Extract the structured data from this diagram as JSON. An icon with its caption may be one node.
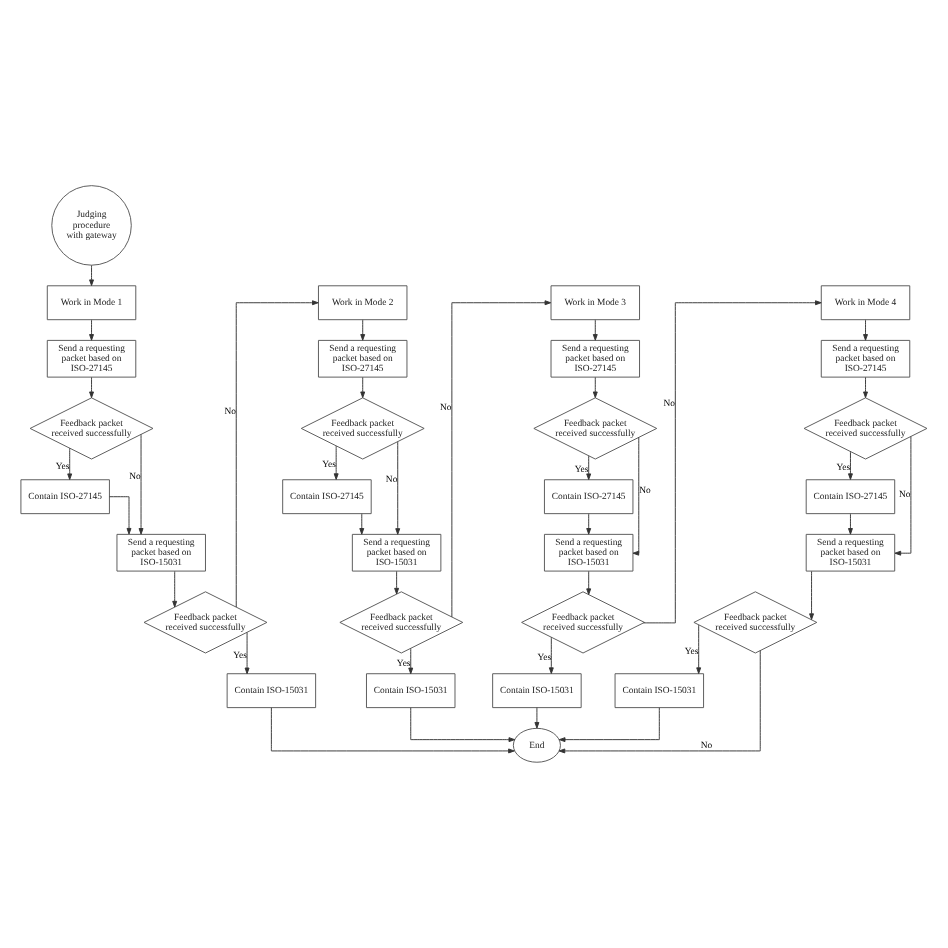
{
  "diagram": {
    "nodes": [
      {
        "text": [
          "Judging procedure with gateway"
        ]
      },
      {
        "text": [
          "Work in Mode 1"
        ]
      },
      {
        "text": [
          "Send a requesting packet based on ISO-27145"
        ]
      },
      {
        "text": [
          "Feedback packet received successfully"
        ]
      },
      {
        "text": [
          "Contain ISO-27145"
        ]
      },
      {
        "text": [
          "Send a requesting packet based on ISO-15031"
        ]
      },
      {
        "text": [
          "Feedback packet received successfully"
        ]
      },
      {
        "text": [
          "Contain ISO-15031"
        ]
      },
      {
        "text": [
          "Work in Mode 2"
        ]
      },
      {
        "text": [
          "Send a requesting packet based on ISO-27145"
        ]
      },
      {
        "text": [
          "Feedback packet received successfully"
        ]
      },
      {
        "text": [
          "Contain ISO-27145"
        ]
      },
      {
        "text": [
          "Send a requesting packet based on ISO-15031"
        ]
      },
      {
        "text": [
          "Feedback packet received successfully"
        ]
      },
      {
        "text": [
          "Contain ISO-15031"
        ]
      },
      {
        "text": [
          "Work in Mode 3"
        ]
      },
      {
        "text": [
          "Send a requesting packet based on ISO-27145"
        ]
      },
      {
        "text": [
          "Feedback packet received successfully"
        ]
      },
      {
        "text": [
          "Contain ISO-27145"
        ]
      },
      {
        "text": [
          "Send a requesting packet based on ISO-15031"
        ]
      },
      {
        "text": [
          "Feedback packet received successfully"
        ]
      },
      {
        "text": [
          "Contain ISO-15031"
        ]
      },
      {
        "text": [
          "Work in Mode 4"
        ]
      },
      {
        "text": [
          "Send a requesting packet based on ISO-27145"
        ]
      },
      {
        "text": [
          "Feedback packet received successfully"
        ]
      },
      {
        "text": [
          "Contain ISO-27145"
        ]
      },
      {
        "text": [
          "Send a requesting packet based on ISO-15031"
        ]
      },
      {
        "text": [
          "Feedback packet received successfully"
        ]
      },
      {
        "text": [
          "Contain ISO-15031"
        ]
      },
      {
        "text": [
          "End"
        ]
      }
    ],
    "edges": [
      {
        "from": 0,
        "to": 1,
        "arrow": "to"
      },
      {
        "from": 1,
        "to": 2,
        "arrow": "to"
      },
      {
        "from": 2,
        "to": 3,
        "arrow": "to"
      },
      {
        "from": 3,
        "to": 4,
        "label": "Yes",
        "arrow": "to"
      },
      {
        "from": 3,
        "to": 5,
        "label": "No",
        "arrow": "to"
      },
      {
        "from": 4,
        "to": 5,
        "arrow": "to"
      },
      {
        "from": 5,
        "to": 6,
        "arrow": "to"
      },
      {
        "from": 6,
        "to": 7,
        "label": "Yes",
        "arrow": "to"
      },
      {
        "from": 6,
        "to": 8,
        "label": "No",
        "arrow": "to"
      },
      {
        "from": 7,
        "to": 29,
        "arrow": "to"
      },
      {
        "from": 8,
        "to": 9,
        "arrow": "to"
      },
      {
        "from": 9,
        "to": 10,
        "arrow": "to"
      },
      {
        "from": 10,
        "to": 11,
        "label": "Yes",
        "arrow": "to"
      },
      {
        "from": 10,
        "to": 12,
        "label": "No",
        "arrow": "to"
      },
      {
        "from": 11,
        "to": 12,
        "arrow": "to"
      },
      {
        "from": 12,
        "to": 13,
        "arrow": "to"
      },
      {
        "from": 13,
        "to": 14,
        "label": "Yes",
        "arrow": "to"
      },
      {
        "from": 13,
        "to": 15,
        "label": "No",
        "arrow": "to"
      },
      {
        "from": 14,
        "to": 29,
        "arrow": "to"
      },
      {
        "from": 15,
        "to": 16,
        "arrow": "to"
      },
      {
        "from": 16,
        "to": 17,
        "arrow": "to"
      },
      {
        "from": 17,
        "to": 18,
        "label": "Yes",
        "arrow": "to"
      },
      {
        "from": 17,
        "to": 19,
        "label": "No",
        "arrow": "to"
      },
      {
        "from": 18,
        "to": 19,
        "arrow": "to"
      },
      {
        "from": 19,
        "to": 20,
        "arrow": "to"
      },
      {
        "from": 20,
        "to": 21,
        "label": "Yes",
        "arrow": "to"
      },
      {
        "from": 20,
        "to": 22,
        "label": "No",
        "arrow": "to"
      },
      {
        "from": 21,
        "to": 29,
        "arrow": "to"
      },
      {
        "from": 22,
        "to": 23,
        "arrow": "to"
      },
      {
        "from": 23,
        "to": 24,
        "arrow": "to"
      },
      {
        "from": 24,
        "to": 25,
        "label": "Yes",
        "arrow": "to"
      },
      {
        "from": 24,
        "to": 26,
        "label": "No",
        "arrow": "to"
      },
      {
        "from": 25,
        "to": 26,
        "arrow": "to"
      },
      {
        "from": 26,
        "to": 27,
        "arrow": "to"
      },
      {
        "from": 27,
        "to": 28,
        "label": "Yes",
        "arrow": "to"
      },
      {
        "from": 27,
        "to": 29,
        "label": "No",
        "arrow": "to"
      },
      {
        "from": 28,
        "to": 29,
        "arrow": "to"
      }
    ]
  }
}
